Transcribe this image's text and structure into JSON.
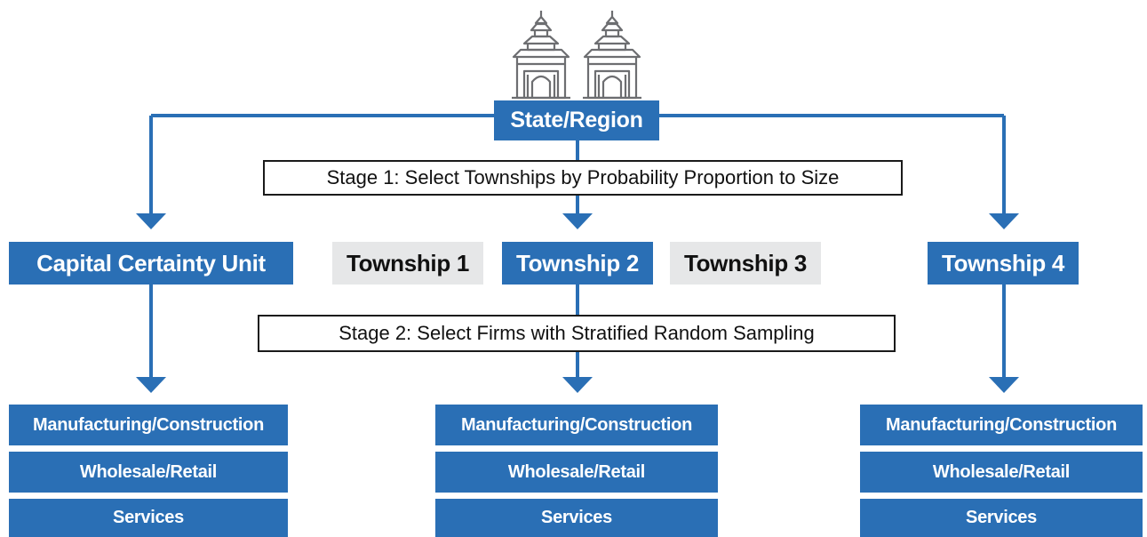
{
  "root": {
    "label": "State/Region"
  },
  "stage1": {
    "label": "Stage 1: Select Townships by Probability Proportion to Size"
  },
  "stage2": {
    "label": "Stage 2: Select Firms with  Stratified Random Sampling"
  },
  "units": [
    {
      "label": "Capital Certainty Unit",
      "selected": true
    },
    {
      "label": "Township 1",
      "selected": false
    },
    {
      "label": "Township 2",
      "selected": true
    },
    {
      "label": "Township 3",
      "selected": false
    },
    {
      "label": "Township 4",
      "selected": true
    }
  ],
  "sectors": {
    "left": [
      "Manufacturing/Construction",
      "Wholesale/Retail",
      "Services"
    ],
    "middle": [
      "Manufacturing/Construction",
      "Wholesale/Retail",
      "Services"
    ],
    "right": [
      "Manufacturing/Construction",
      "Wholesale/Retail",
      "Services"
    ]
  },
  "colors": {
    "selected": "#2a6fb5",
    "unselected": "#e6e7e8",
    "connector": "#2a6fb5"
  },
  "icons": [
    "temple-gate-icon"
  ]
}
